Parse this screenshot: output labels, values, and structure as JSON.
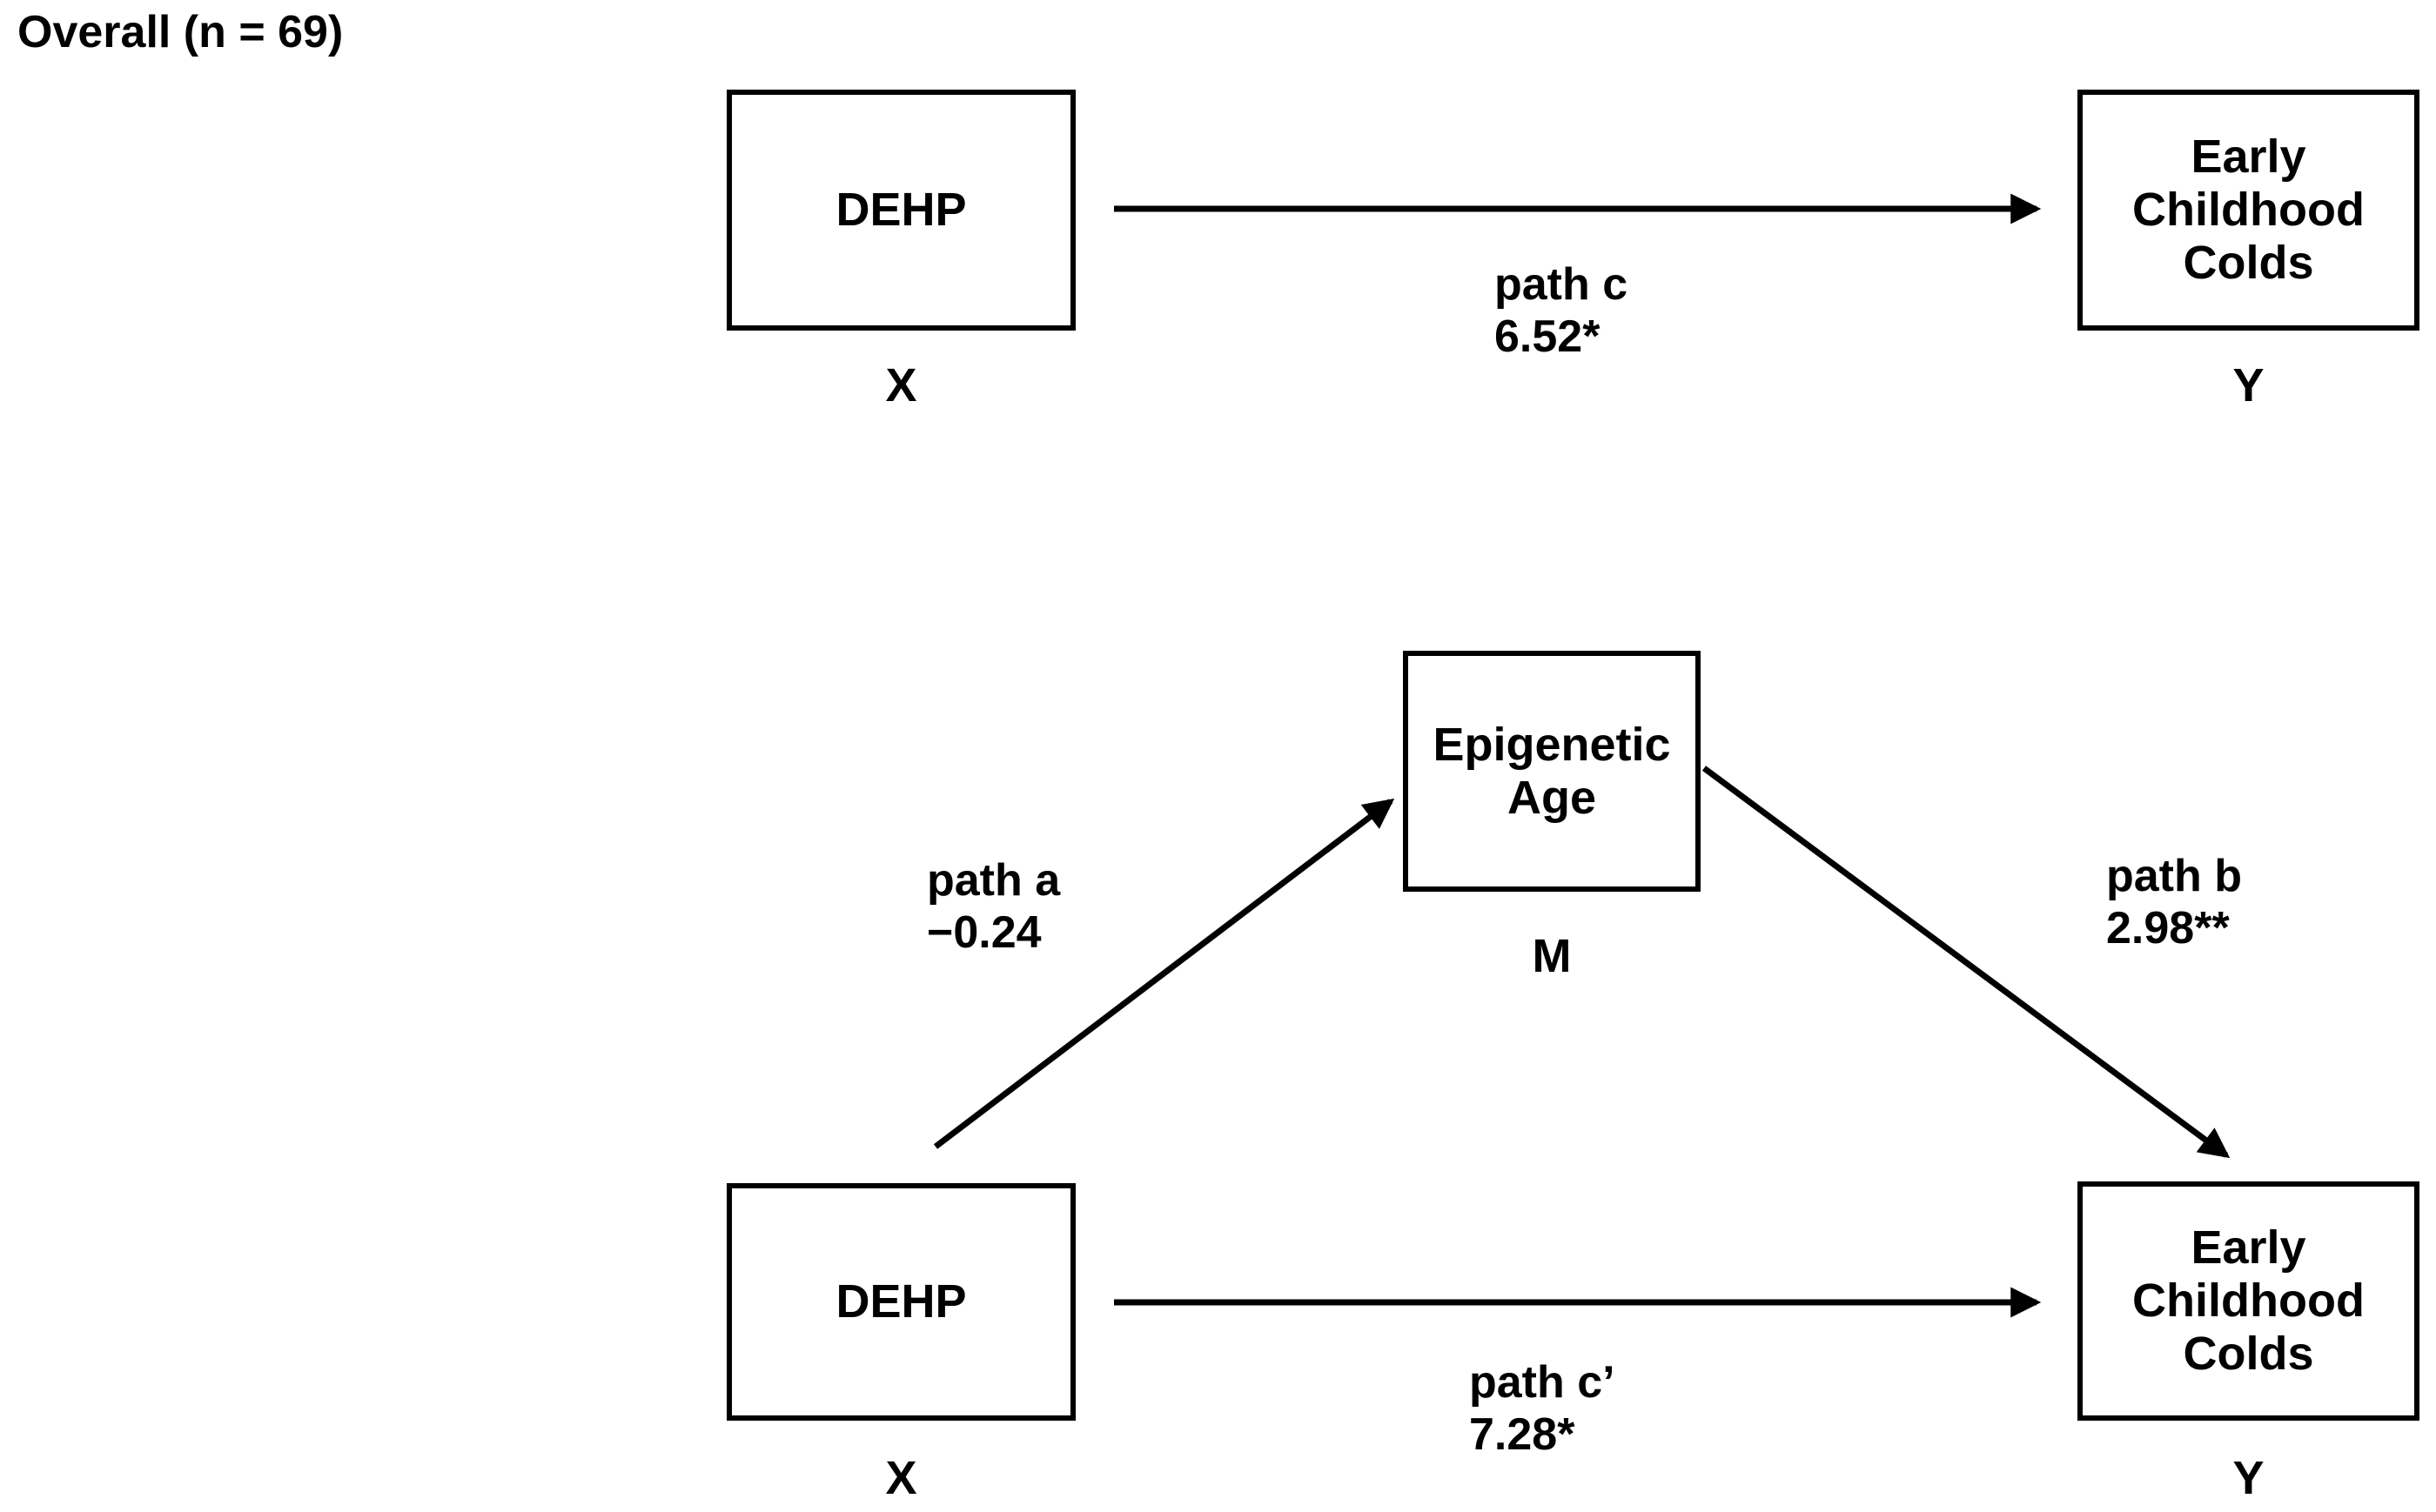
{
  "title": "Overall (n = 69)",
  "colors": {
    "ink": "#000000",
    "paper": "#ffffff"
  },
  "models": {
    "total": {
      "x": {
        "label": "DEHP",
        "role": "X"
      },
      "y": {
        "label": "Early Childhood Colds",
        "role": "Y"
      },
      "path_c": {
        "name": "path c",
        "value": "6.52*"
      }
    },
    "mediated": {
      "x": {
        "label": "DEHP",
        "role": "X"
      },
      "m": {
        "label": "Epigenetic Age",
        "role": "M"
      },
      "y": {
        "label": "Early Childhood Colds",
        "role": "Y"
      },
      "path_a": {
        "name": "path a",
        "value": "−0.24"
      },
      "path_b": {
        "name": "path b",
        "value": "2.98**"
      },
      "path_c_prime": {
        "name": "path c’",
        "value": "7.28*"
      }
    }
  }
}
